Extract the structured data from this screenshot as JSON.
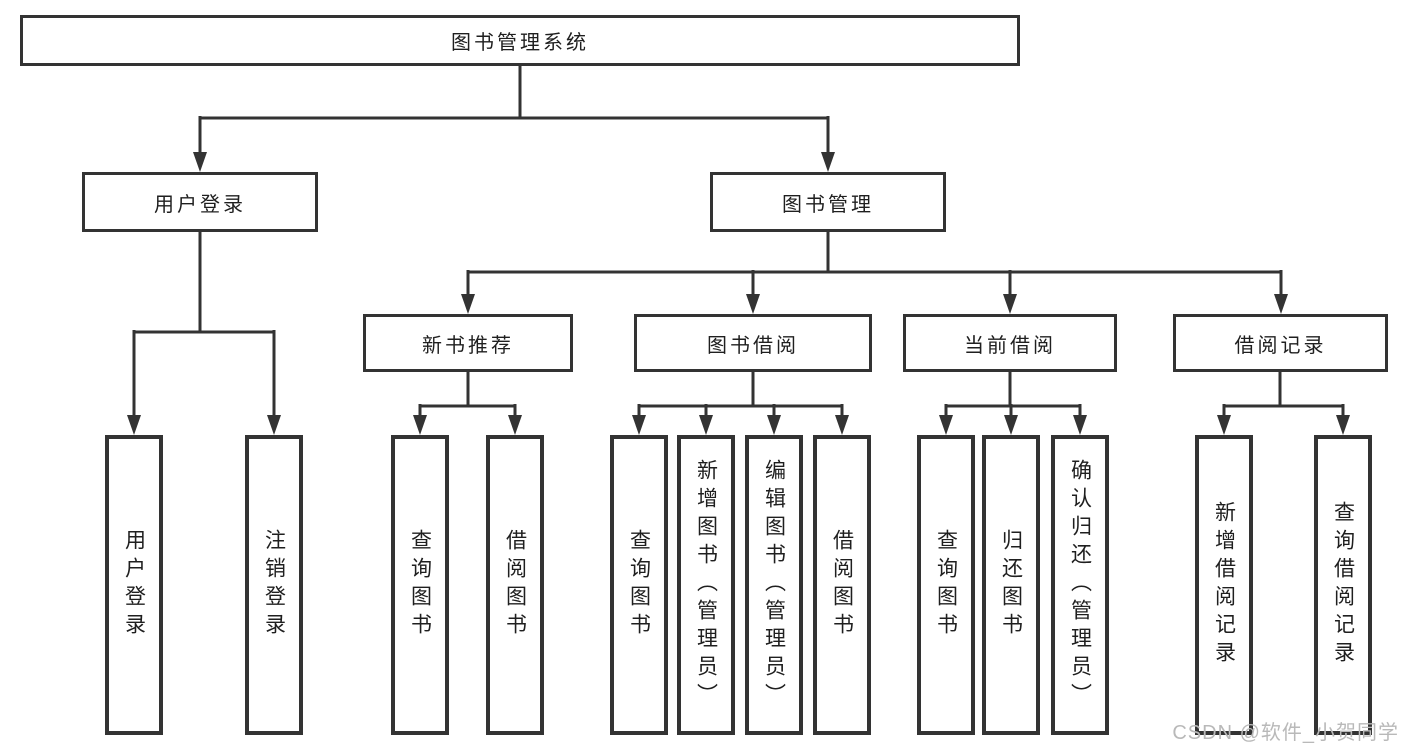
{
  "diagram": {
    "tree": {
      "root": {
        "label": "图书管理系统"
      },
      "branches": [
        {
          "label": "用户登录",
          "children": [
            {
              "label": "用户登录"
            },
            {
              "label": "注销登录"
            }
          ]
        },
        {
          "label": "图书管理",
          "children": [
            {
              "label": "新书推荐",
              "children": [
                {
                  "label": "查询图书"
                },
                {
                  "label": "借阅图书"
                }
              ]
            },
            {
              "label": "图书借阅",
              "children": [
                {
                  "label": "查询图书"
                },
                {
                  "label": "新增图书（管理员）"
                },
                {
                  "label": "编辑图书（管理员）"
                },
                {
                  "label": "借阅图书"
                }
              ]
            },
            {
              "label": "当前借阅",
              "children": [
                {
                  "label": "查询图书"
                },
                {
                  "label": "归还图书"
                },
                {
                  "label": "确认归还（管理员）"
                }
              ]
            },
            {
              "label": "借阅记录",
              "children": [
                {
                  "label": "新增借阅记录"
                },
                {
                  "label": "查询借阅记录"
                }
              ]
            }
          ]
        }
      ]
    }
  },
  "watermark": {
    "text": "CSDN @软件_小贺同学"
  },
  "colors": {
    "line": "#333333",
    "text": "#1f1f1f",
    "box_fill": "#ffffff",
    "watermark": "#b9b9b9"
  }
}
